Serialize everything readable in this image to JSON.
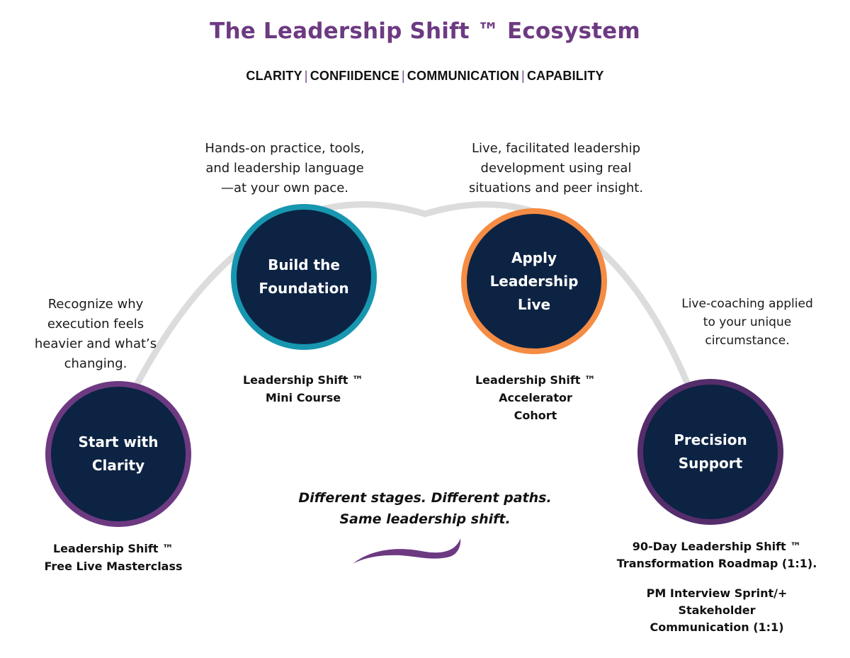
{
  "header": {
    "title": "The Leadership Shift ™ Ecosystem",
    "pillars": [
      "CLARITY",
      "CONFIIDENCE",
      "COMMUNICATION",
      "CAPABILITY"
    ],
    "separator": "|"
  },
  "colors": {
    "title": "#6d3a82",
    "node_fill": "#0c2343",
    "arc": "#dcdcdc",
    "ring_purple": "#6d3a82",
    "ring_teal": "#1796b0",
    "ring_orange": "#f58c44",
    "ring_dark_purple": "#552d6b",
    "swoosh": "#6d3a82"
  },
  "stages": [
    {
      "id": "start",
      "name_lines": [
        "Start with",
        "Clarity"
      ],
      "description_lines": [
        "Recognize why",
        "execution feels",
        "heavier and what’s",
        "changing."
      ],
      "offer_lines": [
        "Leadership Shift ™",
        "Free Live Masterclass"
      ],
      "ring": "purple"
    },
    {
      "id": "foundation",
      "name_lines": [
        "Build the",
        "Foundation"
      ],
      "description_lines": [
        "Hands-on practice, tools,",
        "and leadership language",
        "—at your own pace."
      ],
      "offer_lines": [
        "Leadership Shift ™",
        "Mini Course"
      ],
      "ring": "teal"
    },
    {
      "id": "apply",
      "name_lines": [
        "Apply",
        "Leadership",
        "Live"
      ],
      "description_lines": [
        "Live, facilitated leadership",
        "development using real",
        "situations and peer insight."
      ],
      "offer_lines": [
        "Leadership Shift ™",
        "Accelerator",
        "Cohort"
      ],
      "ring": "orange"
    },
    {
      "id": "precision",
      "name_lines": [
        "Precision",
        "Support"
      ],
      "description_lines": [
        "Live-coaching applied",
        "to your unique",
        "circumstance."
      ],
      "offer_lines": [
        "90-Day Leadership Shift ™",
        "Transformation Roadmap (1:1)."
      ],
      "extra_offer_lines": [
        "PM Interview Sprint/+",
        "Stakeholder",
        "Communication (1:1)"
      ],
      "ring": "dark_purple"
    }
  ],
  "tagline": {
    "lines": [
      "Different stages. Different paths.",
      "Same leadership shift."
    ]
  }
}
